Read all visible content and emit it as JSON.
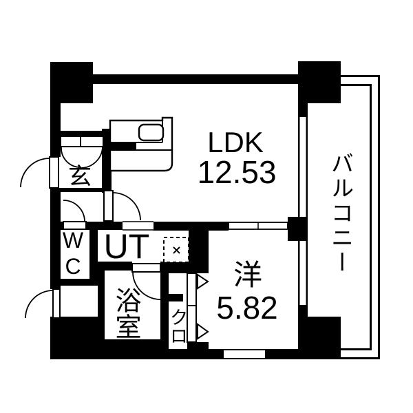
{
  "plan": {
    "colors": {
      "wall": "#000000",
      "floor": "#ffffff",
      "line": "#000000"
    },
    "rooms": {
      "ldk": {
        "label": "LDK",
        "area": "12.53"
      },
      "western": {
        "label": "洋",
        "area": "5.82"
      },
      "balcony": {
        "label": "バルコニー"
      },
      "entrance": {
        "label": "玄"
      },
      "wc": {
        "label": "WC"
      },
      "ut": {
        "label": "UT"
      },
      "bath": {
        "label": "浴室"
      },
      "closet": {
        "label": "クロ"
      }
    }
  }
}
